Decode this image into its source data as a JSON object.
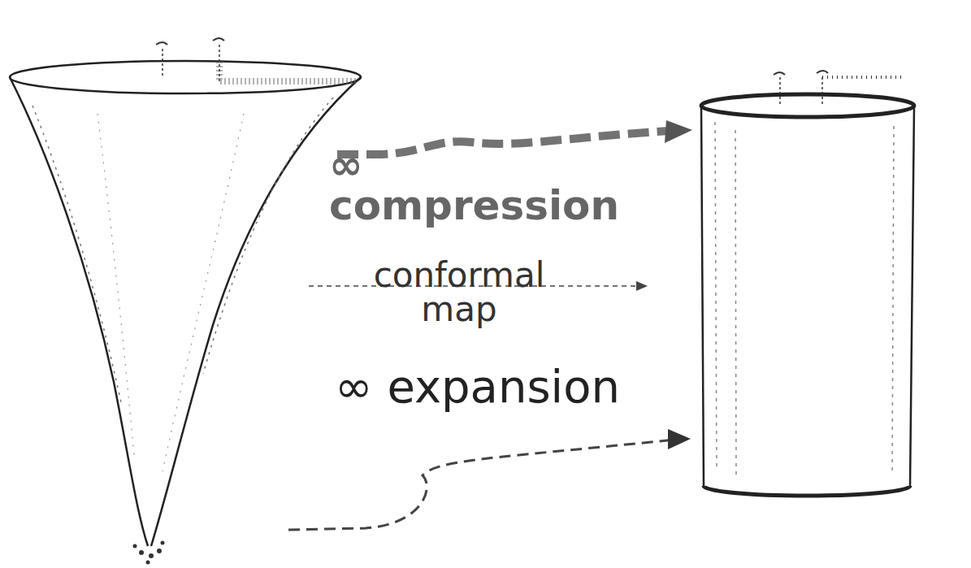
{
  "diagram": {
    "labels": [
      "∞ compression",
      "conformal map",
      "∞ expansion"
    ]
  }
}
